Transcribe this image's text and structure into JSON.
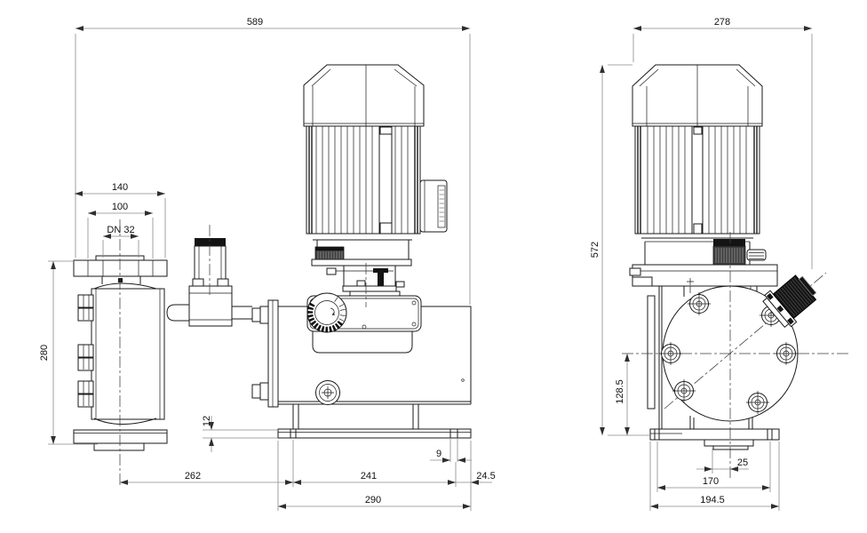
{
  "drawing": {
    "kind": "technical-dimension-drawing",
    "subject": "dosing pump with motor, two orthographic views",
    "colors": {
      "line": "#1a1a1a",
      "dimension": "#8a8a8a",
      "text": "#111111",
      "accent_dark": "#141414",
      "background": "#ffffff"
    },
    "side": {
      "dims": {
        "overall_width": "589",
        "flange_width": "140",
        "bolt_spacing": "100",
        "connection": "DN 32",
        "height": "280",
        "plate_thickness": "12",
        "center_to_slot": "262",
        "slot_distance": "241",
        "slot_width": "9",
        "edge_offset": "24.5",
        "plate_width": "290"
      }
    },
    "front": {
      "dims": {
        "overall_width": "278",
        "overall_height": "572",
        "center_height": "128.5",
        "foot_offset": "25",
        "slot_distance": "170",
        "plate_width": "194.5"
      }
    }
  }
}
